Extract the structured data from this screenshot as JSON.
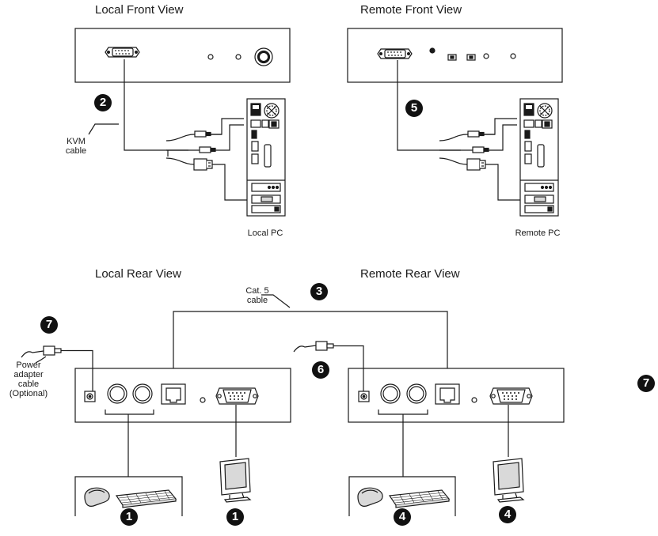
{
  "views": {
    "local_front": "Local Front View",
    "remote_front": "Remote Front View",
    "local_rear": "Local Rear View",
    "remote_rear": "Remote Rear View"
  },
  "pcs": {
    "local": "Local PC",
    "remote": "Remote PC"
  },
  "cables": {
    "kvm_line1": "KVM",
    "kvm_line2": "cable",
    "cat5_line1": "Cat. 5",
    "cat5_line2": "cable",
    "power_line1": "Power",
    "power_line2": "adapter",
    "power_line3": "cable",
    "power_line4": "(Optional)"
  },
  "steps": {
    "kvm_local": "2",
    "kvm_remote": "5",
    "cat5": "3",
    "power_local": "7",
    "power_remote": "6",
    "power_far_right": "7",
    "local_kb_mouse": "1",
    "local_monitor": "1",
    "remote_kb_mouse": "4",
    "remote_monitor": "4"
  },
  "colors": {
    "line": "#1a1a1a",
    "fill": "#ffffff",
    "shade": "#d9d9d9"
  }
}
